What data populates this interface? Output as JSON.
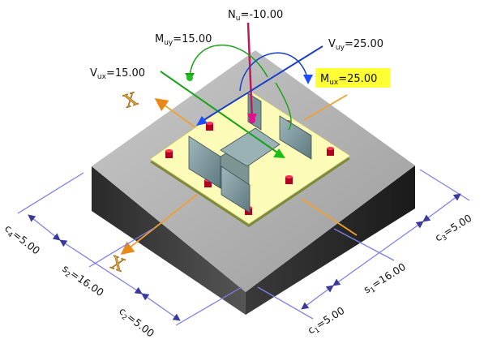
{
  "loads": {
    "nu_label": "N",
    "nu_sub": "u",
    "nu_value": "=-10.00",
    "muy_label": "M",
    "muy_sub": "uy",
    "muy_value": "=15.00",
    "vuy_label": "V",
    "vuy_sub": "uy",
    "vuy_value": "=25.00",
    "vux_label": "V",
    "vux_sub": "ux",
    "vux_value": "=15.00",
    "mux_label": "M",
    "mux_sub": "ux",
    "mux_value": "=25.00"
  },
  "axes": {
    "x_top": "X",
    "x_bottom": "X"
  },
  "dimensions": {
    "c4_label": "c",
    "c4_sub": "4",
    "c4_value": "=5.00",
    "s2_label": "s",
    "s2_sub": "2",
    "s2_value": "=16.00",
    "c2_label": "c",
    "c2_sub": "2",
    "c2_value": "=5.00",
    "c1_label": "c",
    "c1_sub": "1",
    "c1_value": "=5.00",
    "s1_label": "s",
    "s1_sub": "1",
    "s1_value": "=16.00",
    "c3_label": "c",
    "c3_sub": "3",
    "c3_value": "=5.00"
  },
  "colors": {
    "highlight": "#ffff33",
    "plate": "#fdfbb8",
    "axial_force": "#c2185b",
    "moment_y": "#1aa31a",
    "shear_y": "#1a3fc8",
    "dimension_line": "#7f7fe6",
    "axis_line": "#f0a030",
    "pedestal_top": "#b5b5b5",
    "pedestal_left": "#4a4a4a",
    "pedestal_right": "#2e2e2e",
    "anchor_bolt": "#e0103a",
    "stiffener": "#8aa3a8"
  }
}
